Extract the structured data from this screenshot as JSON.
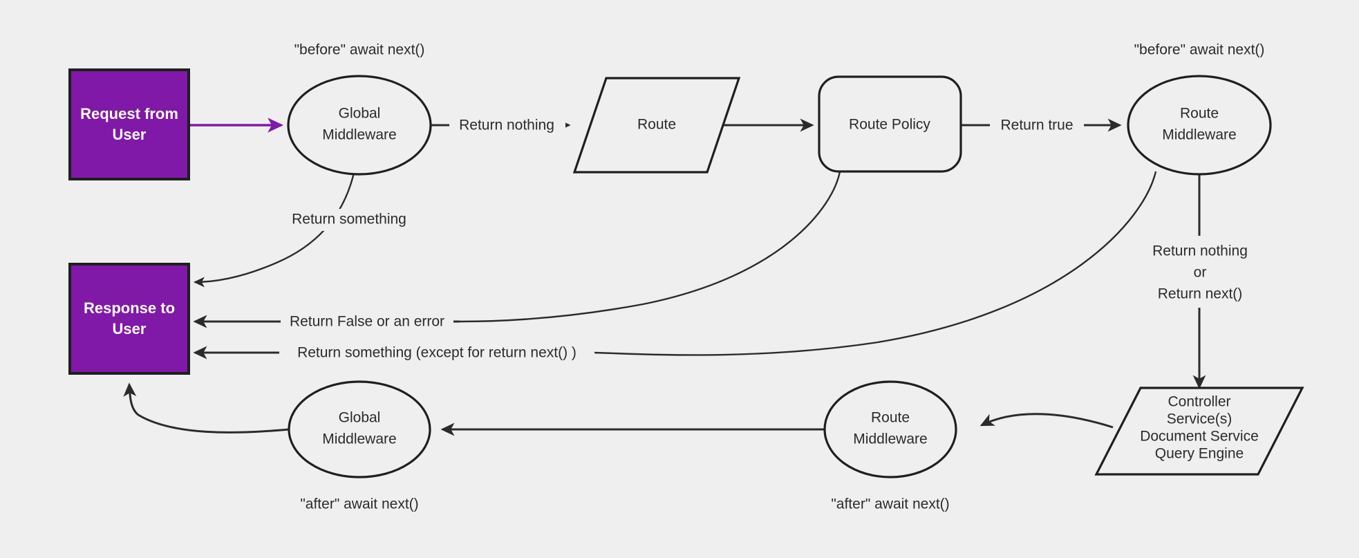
{
  "diagram": {
    "title": "Request / Response middleware lifecycle flowchart",
    "background_color": "#efefef",
    "accent_color": "#8019a7",
    "line_color": "#2b2b2b",
    "nodes": {
      "request": {
        "line1": "Request from",
        "line2": "User",
        "shape": "rectangle",
        "fill": "#8019a7"
      },
      "response": {
        "line1": "Response to",
        "line2": "User",
        "shape": "rectangle",
        "fill": "#8019a7"
      },
      "global_middleware_before": {
        "line1": "Global",
        "line2": "Middleware",
        "shape": "ellipse"
      },
      "route": {
        "line1": "Route",
        "shape": "parallelogram"
      },
      "route_policy": {
        "line1": "Route Policy",
        "shape": "rounded-rectangle"
      },
      "route_middleware_before": {
        "line1": "Route",
        "line2": "Middleware",
        "shape": "ellipse"
      },
      "controller": {
        "line1": "Controller",
        "line2": "Service(s)",
        "line3": "Document Service",
        "line4": "Query Engine",
        "shape": "parallelogram"
      },
      "route_middleware_after": {
        "line1": "Route",
        "line2": "Middleware",
        "shape": "ellipse"
      },
      "global_middleware_after": {
        "line1": "Global",
        "line2": "Middleware",
        "shape": "ellipse"
      }
    },
    "annotations": {
      "before_global": "\"before\" await next()",
      "before_route_mw": "\"before\" await next()",
      "after_global": "\"after\" await next()",
      "after_route_mw": "\"after\" await next()"
    },
    "edge_labels": {
      "request_to_global": "",
      "global_to_route": "Return nothing",
      "route_to_policy": "",
      "policy_to_route_mw": "Return true",
      "global_return_something": "Return something",
      "policy_return_false": "Return False or an error",
      "route_mw_return_something": "Return something (except for return next() )",
      "route_mw_next_line1": "Return nothing",
      "route_mw_next_line2": "or",
      "route_mw_next_line3": "Return next()"
    }
  }
}
